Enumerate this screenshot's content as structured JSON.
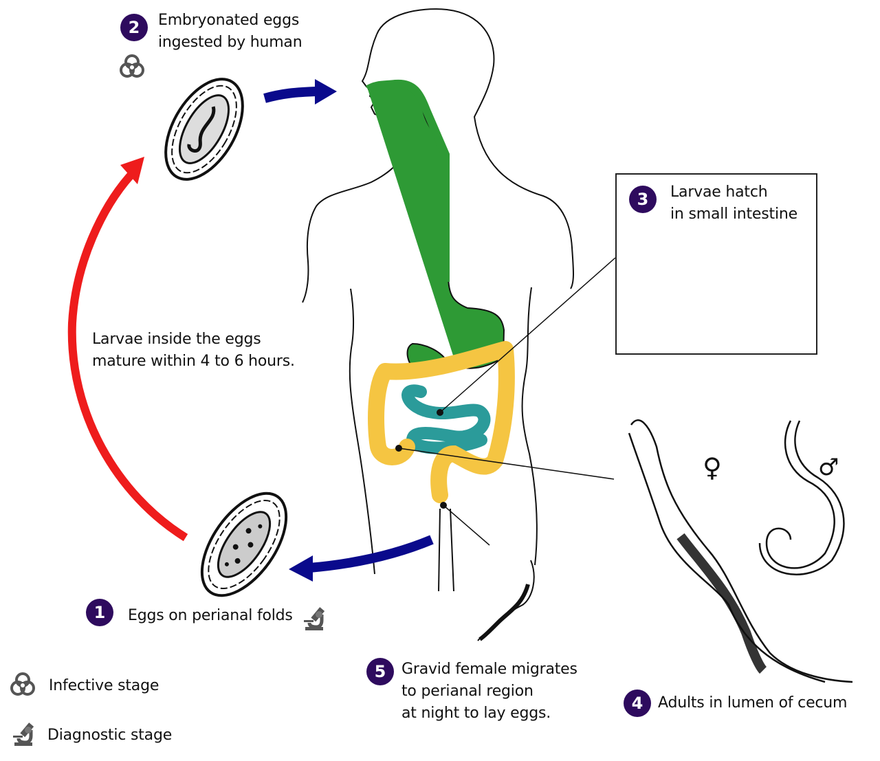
{
  "diagram": {
    "type": "life-cycle",
    "colors": {
      "badge": "#2e0b5e",
      "transmission_arrow": "#0a0a8c",
      "maturation_arrow": "#ee1c1c",
      "esophagus_stomach": "#2e9a35",
      "small_intestine": "#2b9b9a",
      "large_intestine": "#f5c542"
    },
    "stages": [
      {
        "number": "1",
        "label": "Eggs on perianal folds",
        "icon": "microscope-icon"
      },
      {
        "number": "2",
        "label_lines": [
          "Embryonated eggs",
          "ingested by human"
        ],
        "icon": "biohazard-icon"
      },
      {
        "number": "3",
        "label_lines": [
          "Larvae hatch",
          "in small intestine"
        ]
      },
      {
        "number": "4",
        "label": "Adults in lumen of cecum",
        "symbols": [
          "♀",
          "♂"
        ]
      },
      {
        "number": "5",
        "label_lines": [
          "Gravid female migrates",
          "to perianal region",
          "at night to lay eggs."
        ]
      }
    ],
    "maturation_note": [
      "Larvae inside the eggs",
      "mature within 4 to 6 hours."
    ],
    "legend": [
      {
        "icon": "biohazard-icon",
        "label": "Infective stage"
      },
      {
        "icon": "microscope-icon",
        "label": "Diagnostic stage"
      }
    ]
  }
}
